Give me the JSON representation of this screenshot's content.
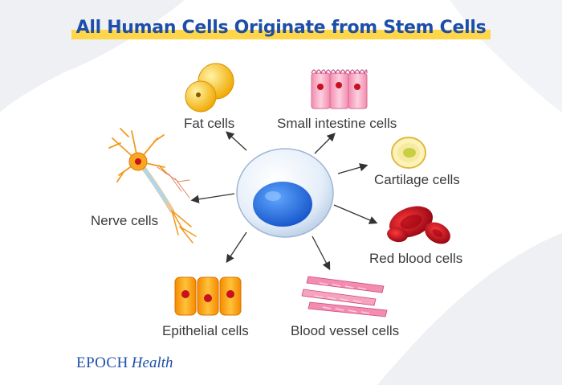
{
  "title": "All Human Cells Originate from Stem Cells",
  "cells": {
    "fat": "Fat cells",
    "small_intestine": "Small intestine cells",
    "cartilage": "Cartilage cells",
    "nerve": "Nerve cells",
    "red_blood": "Red blood cells",
    "epithelial": "Epithelial cells",
    "blood_vessel": "Blood vessel cells"
  },
  "logo": {
    "part1": "EPOCH",
    "part2": "Health"
  },
  "colors": {
    "title": "#1e4fa8",
    "highlight": "#ffd54a",
    "stem_nucleus": "#1e6fe0",
    "fat": "#f7b90f",
    "intestine": "#f7a8c0",
    "cartilage": "#f5e090",
    "red_blood": "#c8101e",
    "epithelial": "#f39a12",
    "blood_vessel": "#f07ba0"
  }
}
